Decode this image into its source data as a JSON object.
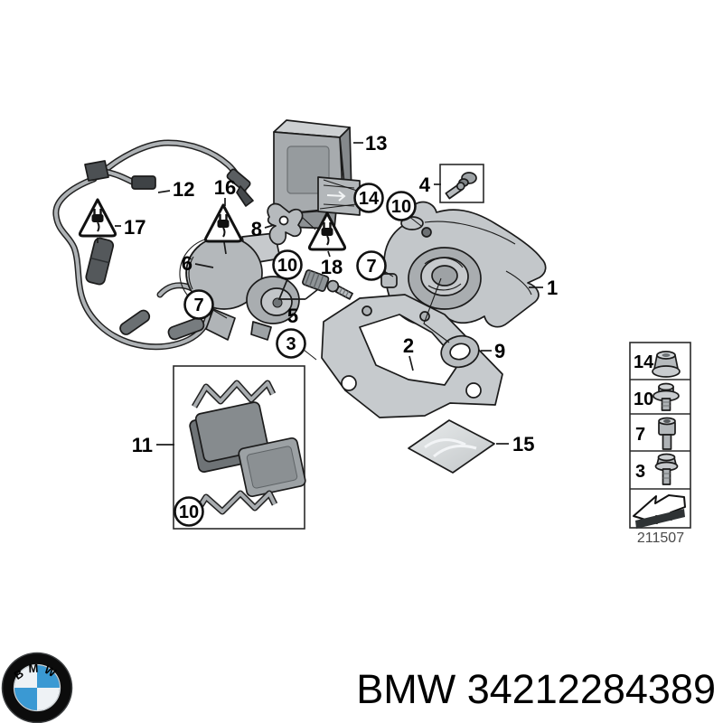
{
  "branding": {
    "logo_letters": "BMW",
    "part_number_text": "BMW 34212284389",
    "logo_colors": {
      "ring": "#0c0c0c",
      "blue": "#3a99d3",
      "white": "#eef2f5"
    }
  },
  "diagram": {
    "labels": {
      "1": "1",
      "2": "2",
      "3": "3",
      "4": "4",
      "5": "5",
      "6": "6",
      "7": "7",
      "8": "8",
      "9": "9",
      "10": "10",
      "11": "11",
      "12": "12",
      "13": "13",
      "14": "14",
      "15": "15",
      "16": "16",
      "17": "17",
      "18": "18"
    },
    "legend": {
      "rows": [
        {
          "label": "14",
          "icon": "flange-nut"
        },
        {
          "label": "10",
          "icon": "flange-bolt"
        },
        {
          "label": "7",
          "icon": "socket-head-bolt"
        },
        {
          "label": "3",
          "icon": "hex-flange-bolt"
        },
        {
          "label": "",
          "icon": "direction-arrow"
        }
      ],
      "code": "211507"
    }
  }
}
